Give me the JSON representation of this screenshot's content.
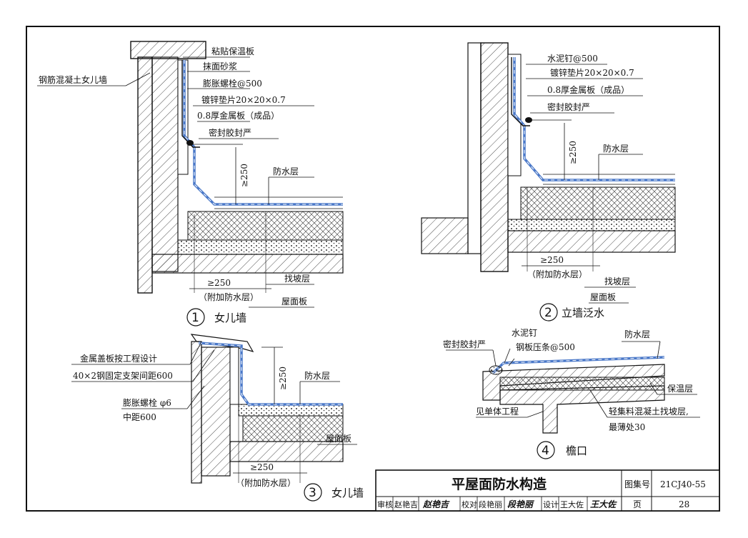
{
  "d1": {
    "num": "1",
    "title": "女儿墙",
    "labels": {
      "wall": "钢筋混凝土女儿墙",
      "insul_board": "粘贴保温板",
      "mortar": "抹面砂浆",
      "bolt": "膨胀螺栓@500",
      "washer": "镀锌垫片20×20×0.7",
      "metal": "0.8厚金属板（成品）",
      "sealant": "密封胶封严",
      "height": "≥250",
      "waterproof": "防水层",
      "width": "≥250",
      "additional": "（附加防水层）",
      "slope": "找坡层",
      "slab": "屋面板"
    }
  },
  "d2": {
    "num": "2",
    "title": "立墙泛水",
    "labels": {
      "nail": "水泥钉@500",
      "washer": "镀锌垫片20×20×0.7",
      "metal": "0.8厚金属板（成品）",
      "sealant": "密封胶封严",
      "height": "≥250",
      "waterproof": "防水层",
      "width": "≥250",
      "additional": "（附加防水层）",
      "slope": "找坡层",
      "slab": "屋面板"
    }
  },
  "d3": {
    "num": "3",
    "title": "女儿墙",
    "labels": {
      "cap": "金属盖板按工程设计",
      "bracket": "40×2钢固定支架间距600",
      "bolt": "膨胀螺栓 φ6",
      "spacing": "中距600",
      "height": "≥250",
      "waterproof": "防水层",
      "slab": "屋面板",
      "width": "≥250",
      "additional": "（附加防水层）"
    }
  },
  "d4": {
    "num": "4",
    "title": "檐口",
    "labels": {
      "sealant": "密封胶封严",
      "nail": "水泥钉",
      "strip": "钢板压条@500",
      "waterproof": "防水层",
      "insulation": "保温层",
      "unit": "见单体工程",
      "slope": "轻集料混凝土找坡层,",
      "thin": "最薄处30"
    }
  },
  "titleblock": {
    "title": "平屋面防水构造",
    "atlas_label": "图集号",
    "atlas_no": "21CJ40-55",
    "review": "审核",
    "reviewer": "赵艳吉",
    "check": "校对",
    "checker": "段艳丽",
    "design": "设计",
    "designer": "王大佐",
    "page_label": "页",
    "page": "28"
  }
}
